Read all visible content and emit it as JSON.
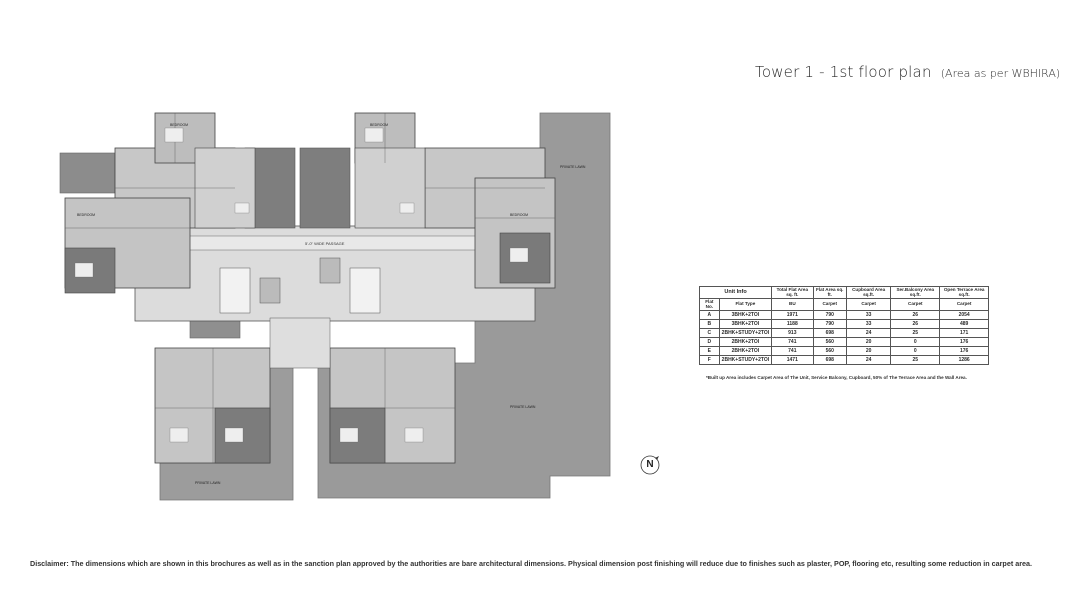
{
  "header": {
    "title_main": "Tower 1 - 1st floor plan",
    "title_sub": "(Area as per WBHIRA)"
  },
  "plan": {
    "corridor_label": "5'-0\" WIDE PASSAGE",
    "lawn_label": "PRIVATE LAWN",
    "bedroom_label": "BEDROOM"
  },
  "table": {
    "unit_info": "Unit Info",
    "headers": {
      "total_flat_area": "Total Flat Area sq. ft.",
      "flat_area": "Flat Area sq. ft.",
      "cupboard": "Cupboard Area sq.ft.",
      "ser_balcony": "Ser.Balcony Area sq.ft.",
      "open_terrace": "Open Terrace Area sq.ft."
    },
    "subheaders": {
      "flat_no": "Flat No.",
      "flat_type": "Flat Type",
      "bu": "BU",
      "carpet1": "Carpet",
      "carpet2": "Carpet",
      "carpet3": "Carpet",
      "carpet4": "Carpet"
    },
    "rows": [
      {
        "flat": "A",
        "type": "3BHK+2TOI",
        "bu": "1971",
        "carpet": "790",
        "cupboard": "33",
        "balcony": "26",
        "terrace": "2054"
      },
      {
        "flat": "B",
        "type": "3BHK+2TOI",
        "bu": "1188",
        "carpet": "790",
        "cupboard": "33",
        "balcony": "26",
        "terrace": "489"
      },
      {
        "flat": "C",
        "type": "2BHK+STUDY+2TOI",
        "bu": "913",
        "carpet": "698",
        "cupboard": "24",
        "balcony": "25",
        "terrace": "171"
      },
      {
        "flat": "D",
        "type": "2BHK+2TOI",
        "bu": "741",
        "carpet": "560",
        "cupboard": "20",
        "balcony": "0",
        "terrace": "176"
      },
      {
        "flat": "E",
        "type": "2BHK+2TOI",
        "bu": "741",
        "carpet": "560",
        "cupboard": "20",
        "balcony": "0",
        "terrace": "176"
      },
      {
        "flat": "F",
        "type": "2BHK+STUDY+2TOI",
        "bu": "1471",
        "carpet": "698",
        "cupboard": "24",
        "balcony": "25",
        "terrace": "1286"
      }
    ],
    "footnote": "*Built up Area includes Carpet Area of The Unit, Service Balcony, Cupboard, 50% of The Terrace Area and the Wall Area."
  },
  "compass": {
    "letter": "N",
    "icon": "north-compass-icon"
  },
  "disclaimer": {
    "label": "Disclaimer:",
    "text": " The dimensions which are shown in this brochures as well as in the sanction plan approved by the authorities are bare architectural dimensions. Physical dimension post finishing will reduce due to finishes such as plaster, POP, flooring etc, resulting some reduction in carpet area."
  }
}
